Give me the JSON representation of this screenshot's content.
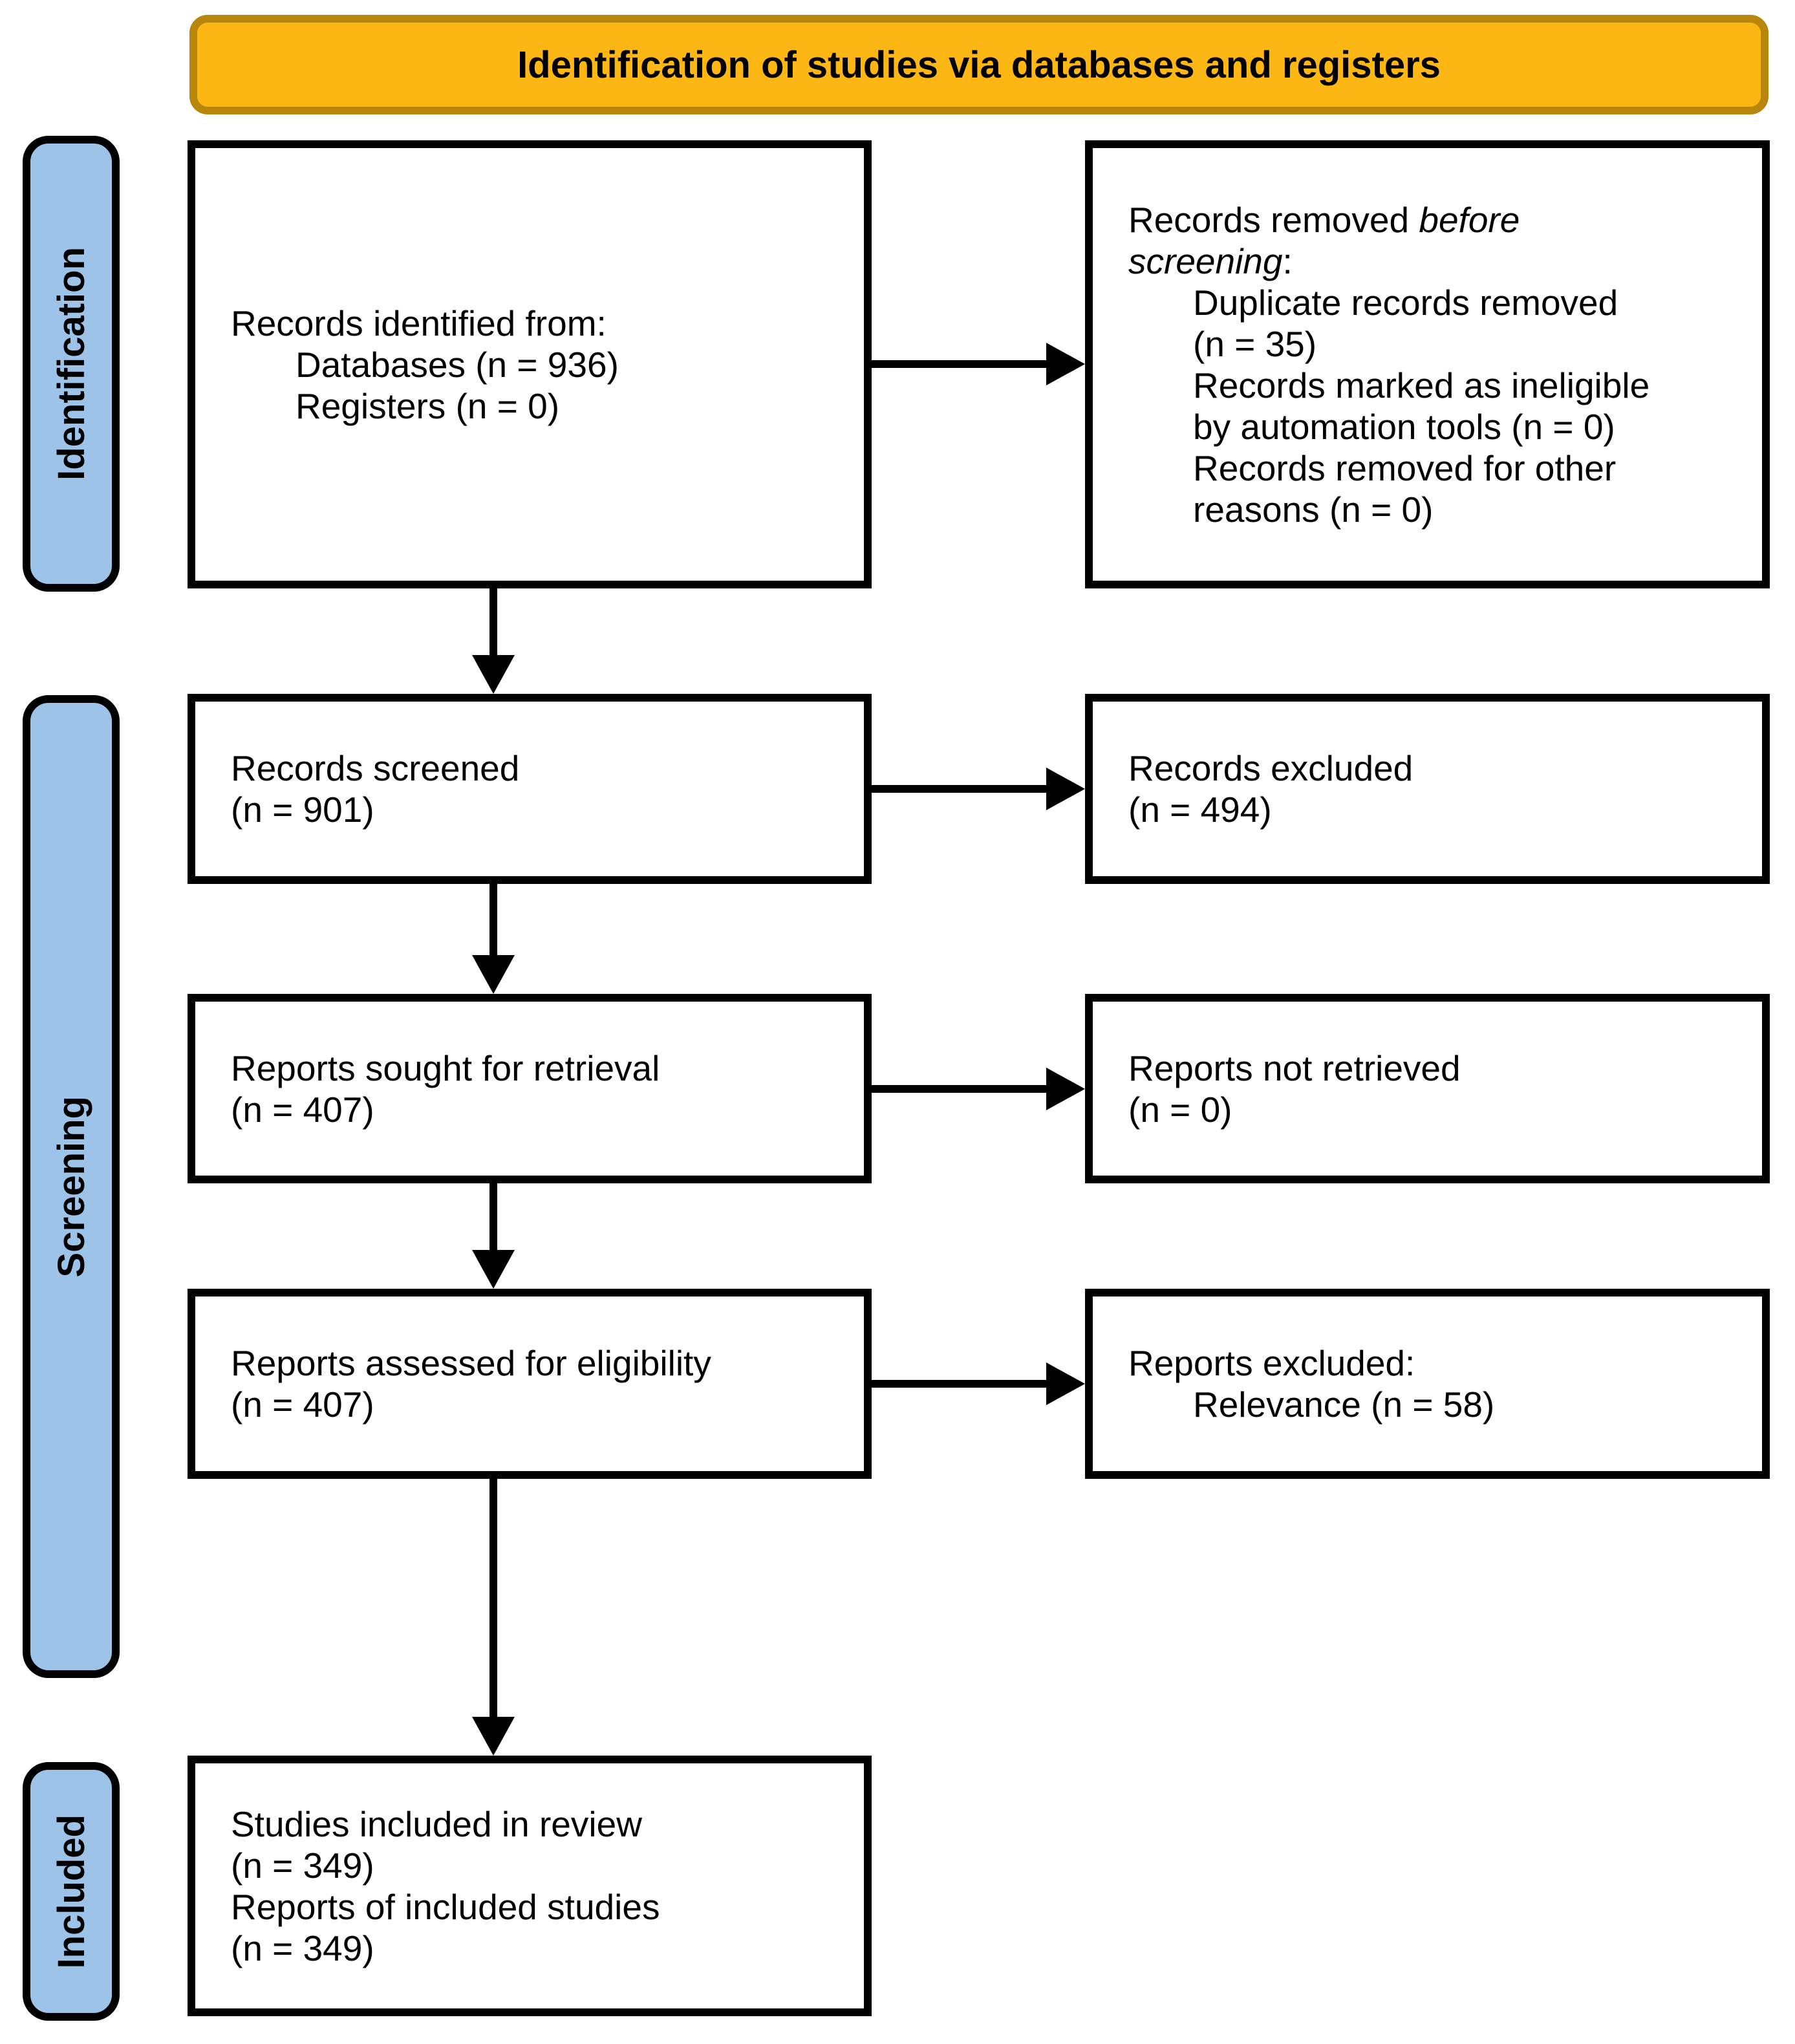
{
  "banner": {
    "title": "Identification of studies via databases and registers"
  },
  "sidebar": [
    {
      "label": "Identification"
    },
    {
      "label": "Screening"
    },
    {
      "label": "Included"
    }
  ],
  "colors": {
    "banner_fill": "#FDB714",
    "banner_border": "#B8860B",
    "stage_fill": "#9DC3E8",
    "box_border": "#000000",
    "background": "#FFFFFF"
  },
  "boxes": {
    "identified": {
      "lines": [
        "Records identified from:",
        "Databases (n = 936)",
        "Registers (n = 0)"
      ]
    },
    "removed": {
      "l1_regular": "Records removed ",
      "l1_italic": "before",
      "l2_italic": "screening",
      "l2_regular": ":",
      "items": [
        "Duplicate records removed",
        "(n = 35)",
        "Records marked as ineligible",
        "by automation tools (n = 0)",
        "Records removed for other",
        "reasons (n = 0)"
      ]
    },
    "screened": {
      "lines": [
        "Records screened",
        "(n = 901)"
      ]
    },
    "excluded": {
      "lines": [
        "Records excluded",
        "(n = 494)"
      ]
    },
    "sought": {
      "lines": [
        "Reports sought for retrieval",
        "(n = 407)"
      ]
    },
    "not_retrieved": {
      "lines": [
        "Reports not retrieved",
        "(n = 0)"
      ]
    },
    "assessed": {
      "lines": [
        "Reports assessed for eligibility",
        "(n = 407)"
      ]
    },
    "reports_excluded": {
      "lines": [
        "Reports excluded:",
        "Relevance (n = 58)"
      ]
    },
    "included": {
      "lines": [
        "Studies included in review",
        "(n = 349)",
        "Reports of included studies",
        "(n = 349)"
      ]
    }
  }
}
